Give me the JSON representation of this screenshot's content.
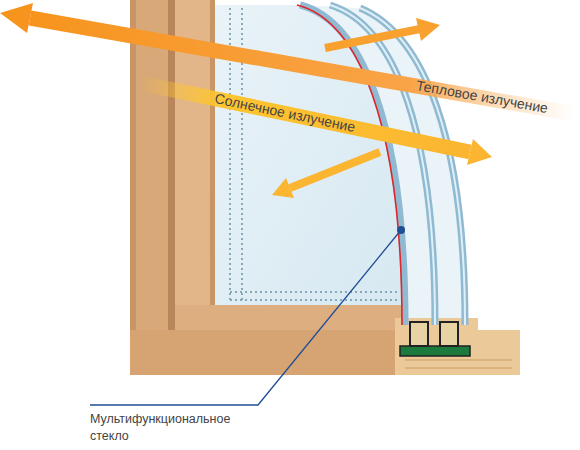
{
  "diagram": {
    "labels": [
      "Тепловое излучение",
      "Солнечное излучение",
      "Мультифункциональное стекло"
    ]
  }
}
